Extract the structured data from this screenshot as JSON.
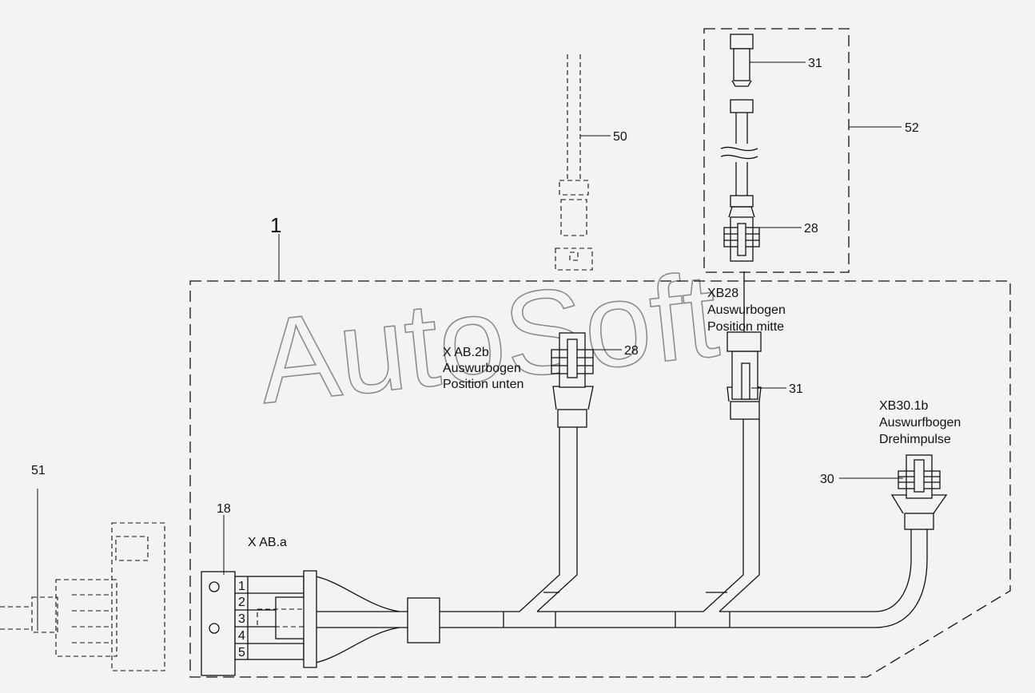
{
  "watermark": "AutoSoft",
  "assembly": {
    "number": "1"
  },
  "callouts": {
    "c18": "18",
    "c28a": "28",
    "c28b": "28",
    "c30": "30",
    "c31a": "31",
    "c31b": "31",
    "c50": "50",
    "c51": "51",
    "c52": "52"
  },
  "connectors": {
    "xaba": {
      "code": "X AB.a"
    },
    "xab2b": {
      "code": "X AB.2b",
      "line1": "Auswurbogen",
      "line2": "Position unten"
    },
    "xb28": {
      "code": "XB28",
      "line1": "Auswurbogen",
      "line2": "Position mitte"
    },
    "xb301b": {
      "code": "XB30.1b",
      "line1": "Auswurfbogen",
      "line2": "Drehimpulse"
    }
  },
  "pin_numbers": [
    "1",
    "2",
    "3",
    "4",
    "5"
  ]
}
